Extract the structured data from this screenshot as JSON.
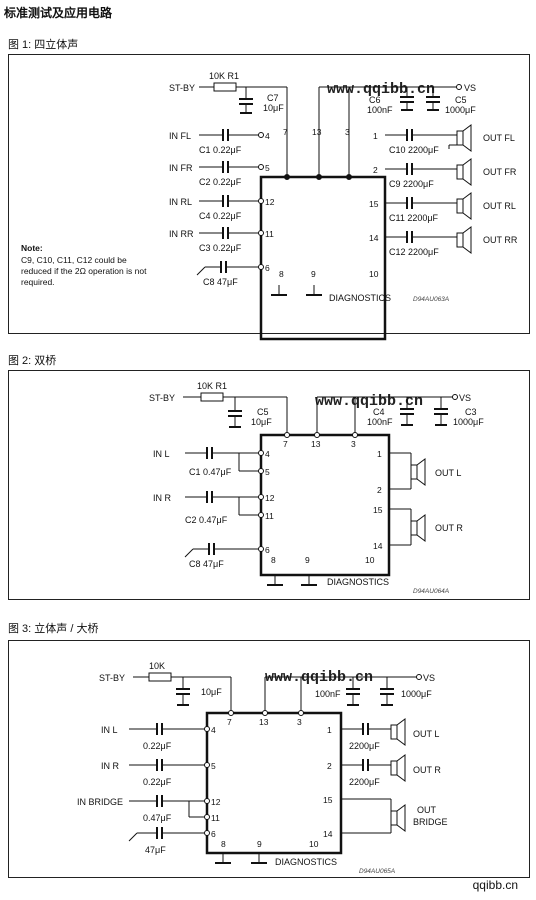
{
  "page": {
    "section_title": "标准测试及应用电路",
    "footer_watermark": "qqibb.cn"
  },
  "fig1": {
    "title": "图 1:   四立体声",
    "watermark": "www.qqibb.cn",
    "stby": "ST-BY",
    "r1": "10K R1",
    "c7": "C7",
    "c7v": "10μF",
    "c6": "C6",
    "c6v": "100nF",
    "c5": "C5",
    "c5v": "1000μF",
    "vs": "VS",
    "in_fl": "IN FL",
    "in_fr": "IN FR",
    "in_rl": "IN RL",
    "in_rr": "IN RR",
    "c1": "C1 0.22μF",
    "c2": "C2 0.22μF",
    "c4": "C4 0.22μF",
    "c3": "C3 0.22μF",
    "c8": "C8 47μF",
    "c10": "C10 2200μF",
    "c9": "C9 2200μF",
    "c11": "C11 2200μF",
    "c12": "C12 2200μF",
    "out_fl": "OUT FL",
    "out_fr": "OUT FR",
    "out_rl": "OUT RL",
    "out_rr": "OUT RR",
    "diag": "DIAGNOSTICS",
    "note_title": "Note:",
    "note_l1": "C9, C10, C11, C12 could be",
    "note_l2": "reduced if the 2Ω operation is not",
    "note_l3": "required.",
    "code": "D94AU063A",
    "pins": {
      "p7": "7",
      "p13": "13",
      "p3": "3",
      "p4": "4",
      "p5": "5",
      "p12": "12",
      "p11": "11",
      "p6": "6",
      "p8": "8",
      "p9": "9",
      "p10": "10",
      "p1": "1",
      "p2": "2",
      "p15": "15",
      "p14": "14"
    }
  },
  "fig2": {
    "title": "图 2:   双桥",
    "watermark": "www.qqibb.cn",
    "stby": "ST-BY",
    "r1": "10K R1",
    "c5": "C5",
    "c5v": "10μF",
    "c4": "C4",
    "c4v": "100nF",
    "c3": "C3",
    "c3v": "1000μF",
    "vs": "VS",
    "in_l": "IN L",
    "in_r": "IN R",
    "c1": "C1 0.47μF",
    "c2": "C2 0.47μF",
    "c8": "C8 47μF",
    "out_l": "OUT L",
    "out_r": "OUT R",
    "diag": "DIAGNOSTICS",
    "code": "D94AU064A",
    "pins": {
      "p7": "7",
      "p13": "13",
      "p3": "3",
      "p4": "4",
      "p5": "5",
      "p12": "12",
      "p11": "11",
      "p6": "6",
      "p8": "8",
      "p9": "9",
      "p10": "10",
      "p1": "1",
      "p2": "2",
      "p15": "15",
      "p14": "14"
    }
  },
  "fig3": {
    "title": "图 3:   立体声 / 大桥",
    "watermark": "www.qqibb.cn",
    "stby": "ST-BY",
    "r": "10K",
    "c_stby": "10μF",
    "c_100n": "100nF",
    "c_1000": "1000μF",
    "vs": "VS",
    "in_l": "IN L",
    "in_r": "IN R",
    "in_bridge": "IN BRIDGE",
    "c_l": "0.22μF",
    "c_r": "0.22μF",
    "c_b": "0.47μF",
    "c_6": "47μF",
    "c_outl": "2200μF",
    "c_outr": "2200μF",
    "out_l": "OUT L",
    "out_r": "OUT R",
    "out_b1": "OUT",
    "out_b2": "BRIDGE",
    "diag": "DIAGNOSTICS",
    "code": "D94AU065A",
    "pins": {
      "p7": "7",
      "p13": "13",
      "p3": "3",
      "p4": "4",
      "p5": "5",
      "p12": "12",
      "p11": "11",
      "p6": "6",
      "p8": "8",
      "p9": "9",
      "p10": "10",
      "p1": "1",
      "p2": "2",
      "p15": "15",
      "p14": "14"
    }
  }
}
